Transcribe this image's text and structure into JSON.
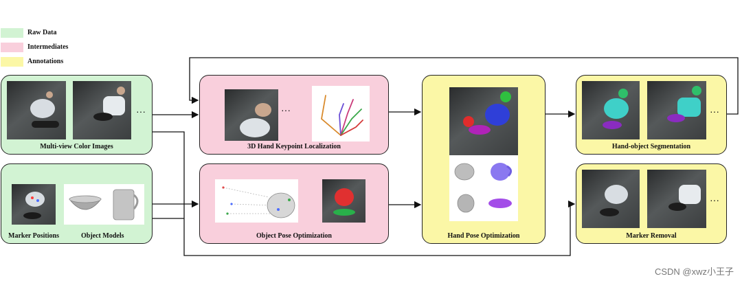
{
  "legend": {
    "raw_data": {
      "label": "Raw Data",
      "color": "#d2f3d3"
    },
    "intermediates": {
      "label": "Intermediates",
      "color": "#f9cfdc"
    },
    "annotations": {
      "label": "Annotations",
      "color": "#fbf7a6"
    }
  },
  "boxes": {
    "multiview": {
      "caption": "Multi-view Color Images",
      "ellipsis": "···"
    },
    "marker_positions": {
      "caption": "Marker Positions"
    },
    "object_models": {
      "caption": "Object Models"
    },
    "keypoint": {
      "caption": "3D Hand Keypoint Localization",
      "ellipsis": "···"
    },
    "object_pose": {
      "caption": "Object Pose Optimization"
    },
    "hand_pose": {
      "caption": "Hand Pose Optimization"
    },
    "segmentation": {
      "caption": "Hand-object Segmentation",
      "ellipsis": "···"
    },
    "marker_removal": {
      "caption": "Marker Removal",
      "ellipsis": "···"
    }
  },
  "watermark": "CSDN @xwz小王子"
}
